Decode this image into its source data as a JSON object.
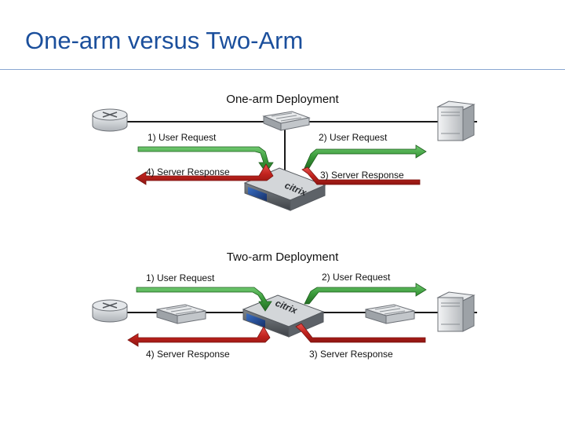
{
  "title": "One-arm versus Two-Arm",
  "one_arm": {
    "heading": "One-arm Deployment",
    "step1": "1) User Request",
    "step2": "2) User Request",
    "step3": "3) Server Response",
    "step4": "4) Server Response"
  },
  "two_arm": {
    "heading": "Two-arm Deployment",
    "step1": "1) User Request",
    "step2": "2) User Request",
    "step3": "3) Server Response",
    "step4": "4) Server Response"
  },
  "device_brand": "citrix",
  "colors": {
    "title": "#1b4f9c",
    "request_arrow": "#3a9a3a",
    "response_arrow": "#c0221d",
    "appliance": "#1f3f7a"
  },
  "icons": [
    "router-icon",
    "switch-icon",
    "server-icon",
    "netscaler-appliance-icon"
  ]
}
